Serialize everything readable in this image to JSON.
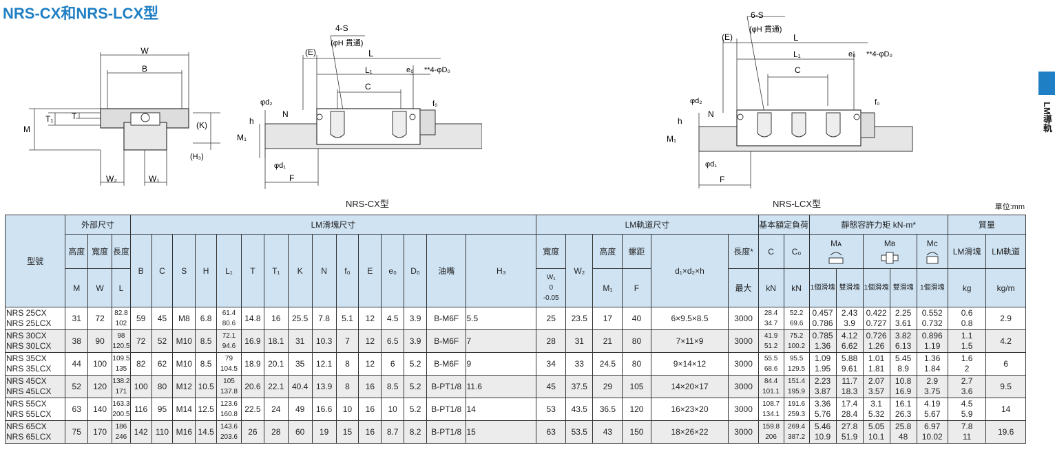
{
  "title": "NRS-CX和NRS-LCX型",
  "captions": {
    "left": "NRS-CX型",
    "right": "NRS-LCX型"
  },
  "unit": "單位:mm",
  "side_label": "LM導軌",
  "diagram_labels": {
    "W": "W",
    "B": "B",
    "M": "M",
    "T1": "T₁",
    "T": "T",
    "K": "(K)",
    "H3": "(H₃)",
    "W2": "W₂",
    "W1": "W₁",
    "S4": "4-S",
    "S6": "6-S",
    "phiH": "(φH 貫通)",
    "E": "(E)",
    "L": "L",
    "L1": "L₁",
    "e0": "e₀",
    "D0": "**4-φD₀",
    "C": "C",
    "f0": "f₀",
    "phid2": "φd₂",
    "N": "N",
    "h": "h",
    "M1": "M₁",
    "phid1": "φd₁",
    "F": "F"
  },
  "headers": {
    "model": "型號",
    "outer": "外部尺寸",
    "block": "LM滑塊尺寸",
    "rail": "LM軌道尺寸",
    "load": "基本額定負荷",
    "moment": "靜態容許力矩 kN-m*",
    "mass": "質量",
    "height": "高度",
    "width": "寬度",
    "length": "長度",
    "grease": "油嘴",
    "rail_width": "寬度",
    "rail_height": "高度",
    "pitch": "螺距",
    "rail_length": "長度*",
    "ma": "Mᴀ",
    "mb": "Mʙ",
    "mc": "Mᴄ",
    "mass_block": "LM滑塊",
    "mass_rail": "LM軌道",
    "sym_M": "M",
    "sym_W": "W",
    "sym_L": "L",
    "sym_B": "B",
    "sym_C": "C",
    "sym_S": "S",
    "sym_H": "H",
    "sym_L1": "L₁",
    "sym_T": "T",
    "sym_T1": "T₁",
    "sym_K": "K",
    "sym_N": "N",
    "sym_f0": "f₀",
    "sym_E": "E",
    "sym_e0": "e₀",
    "sym_D0": "D₀",
    "sym_H3": "H₃",
    "sym_W1": "W₁",
    "sym_W1_tol_a": "0",
    "sym_W1_tol_b": "-0.05",
    "sym_W2": "W₂",
    "sym_M1": "M₁",
    "sym_F": "F",
    "sym_d": "d₁×d₂×h",
    "max": "最大",
    "kN": "kN",
    "C_sym": "C",
    "C0_sym": "C₀",
    "one_block": "1個滑塊",
    "double_block": "雙滑塊",
    "kg": "kg",
    "kgm": "kg/m"
  },
  "rows": [
    {
      "model": [
        "NRS 25CX",
        "NRS 25LCX"
      ],
      "M": "31",
      "W": "72",
      "L": [
        "82.8",
        "102"
      ],
      "B": "59",
      "C": "45",
      "S": "M8",
      "H": "6.8",
      "L1": [
        "61.4",
        "80.6"
      ],
      "T": "14.8",
      "T1": "16",
      "K": "25.5",
      "N": "7.8",
      "f0": "5.1",
      "E": "12",
      "e0": "4.5",
      "D0": "3.9",
      "grease": "B-M6F",
      "H3": "5.5",
      "W1": "25",
      "W2": "23.5",
      "M1": "17",
      "F": "40",
      "d": "6×9.5×8.5",
      "Lmax": "3000",
      "Cd": [
        "28.4",
        "34.7"
      ],
      "C0": [
        "52.2",
        "69.6"
      ],
      "MA1": [
        "0.457",
        "0.786"
      ],
      "MA2": [
        "2.43",
        "3.9"
      ],
      "MB1": [
        "0.422",
        "0.727"
      ],
      "MB2": [
        "2.25",
        "3.61"
      ],
      "MC": [
        "0.552",
        "0.732"
      ],
      "mblock": [
        "0.6",
        "0.8"
      ],
      "mrail": "2.9"
    },
    {
      "model": [
        "NRS 30CX",
        "NRS 30LCX"
      ],
      "M": "38",
      "W": "90",
      "L": [
        "98",
        "120.5"
      ],
      "B": "72",
      "C": "52",
      "S": "M10",
      "H": "8.5",
      "L1": [
        "72.1",
        "94.6"
      ],
      "T": "16.9",
      "T1": "18.1",
      "K": "31",
      "N": "10.3",
      "f0": "7",
      "E": "12",
      "e0": "6.5",
      "D0": "3.9",
      "grease": "B-M6F",
      "H3": "7",
      "W1": "28",
      "W2": "31",
      "M1": "21",
      "F": "80",
      "d": "7×11×9",
      "Lmax": "3000",
      "Cd": [
        "41.9",
        "51.2"
      ],
      "C0": [
        "75.2",
        "100.2"
      ],
      "MA1": [
        "0.785",
        "1.36"
      ],
      "MA2": [
        "4.12",
        "6.62"
      ],
      "MB1": [
        "0.726",
        "1.26"
      ],
      "MB2": [
        "3.82",
        "6.13"
      ],
      "MC": [
        "0.896",
        "1.19"
      ],
      "mblock": [
        "1.1",
        "1.5"
      ],
      "mrail": "4.2"
    },
    {
      "model": [
        "NRS 35CX",
        "NRS 35LCX"
      ],
      "M": "44",
      "W": "100",
      "L": [
        "109.5",
        "135"
      ],
      "B": "82",
      "C": "62",
      "S": "M10",
      "H": "8.5",
      "L1": [
        "79",
        "104.5"
      ],
      "T": "18.9",
      "T1": "20.1",
      "K": "35",
      "N": "12.1",
      "f0": "8",
      "E": "12",
      "e0": "6",
      "D0": "5.2",
      "grease": "B-M6F",
      "H3": "9",
      "W1": "34",
      "W2": "33",
      "M1": "24.5",
      "F": "80",
      "d": "9×14×12",
      "Lmax": "3000",
      "Cd": [
        "55.5",
        "68.6"
      ],
      "C0": [
        "95.5",
        "129.5"
      ],
      "MA1": [
        "1.09",
        "1.95"
      ],
      "MA2": [
        "5.88",
        "9.61"
      ],
      "MB1": [
        "1.01",
        "1.81"
      ],
      "MB2": [
        "5.45",
        "8.9"
      ],
      "MC": [
        "1.36",
        "1.84"
      ],
      "mblock": [
        "1.6",
        "2"
      ],
      "mrail": "6"
    },
    {
      "model": [
        "NRS 45CX",
        "NRS 45LCX"
      ],
      "M": "52",
      "W": "120",
      "L": [
        "138.2",
        "171"
      ],
      "B": "100",
      "C": "80",
      "S": "M12",
      "H": "10.5",
      "L1": [
        "105",
        "137.8"
      ],
      "T": "20.6",
      "T1": "22.1",
      "K": "40.4",
      "N": "13.9",
      "f0": "8",
      "E": "16",
      "e0": "8.5",
      "D0": "5.2",
      "grease": "B-PT1/8",
      "H3": "11.6",
      "W1": "45",
      "W2": "37.5",
      "M1": "29",
      "F": "105",
      "d": "14×20×17",
      "Lmax": "3000",
      "Cd": [
        "84.4",
        "101.1"
      ],
      "C0": [
        "151.4",
        "195.9"
      ],
      "MA1": [
        "2.23",
        "3.87"
      ],
      "MA2": [
        "11.7",
        "18.3"
      ],
      "MB1": [
        "2.07",
        "3.57"
      ],
      "MB2": [
        "10.8",
        "16.9"
      ],
      "MC": [
        "2.9",
        "3.75"
      ],
      "mblock": [
        "2.7",
        "3.6"
      ],
      "mrail": "9.5"
    },
    {
      "model": [
        "NRS 55CX",
        "NRS 55LCX"
      ],
      "M": "63",
      "W": "140",
      "L": [
        "163.3",
        "200.5"
      ],
      "B": "116",
      "C": "95",
      "S": "M14",
      "H": "12.5",
      "L1": [
        "123.6",
        "160.8"
      ],
      "T": "22.5",
      "T1": "24",
      "K": "49",
      "N": "16.6",
      "f0": "10",
      "E": "16",
      "e0": "10",
      "D0": "5.2",
      "grease": "B-PT1/8",
      "H3": "14",
      "W1": "53",
      "W2": "43.5",
      "M1": "36.5",
      "F": "120",
      "d": "16×23×20",
      "Lmax": "3000",
      "Cd": [
        "108.7",
        "134.1"
      ],
      "C0": [
        "191.6",
        "259.3"
      ],
      "MA1": [
        "3.36",
        "5.76"
      ],
      "MA2": [
        "17.4",
        "28.4"
      ],
      "MB1": [
        "3.1",
        "5.32"
      ],
      "MB2": [
        "16.1",
        "26.3"
      ],
      "MC": [
        "4.19",
        "5.67"
      ],
      "mblock": [
        "4.5",
        "5.9"
      ],
      "mrail": "14"
    },
    {
      "model": [
        "NRS 65CX",
        "NRS 65LCX"
      ],
      "M": "75",
      "W": "170",
      "L": [
        "186",
        "246"
      ],
      "B": "142",
      "C": "110",
      "S": "M16",
      "H": "14.5",
      "L1": [
        "143.6",
        "203.6"
      ],
      "T": "26",
      "T1": "28",
      "K": "60",
      "N": "19",
      "f0": "15",
      "E": "16",
      "e0": "8.7",
      "D0": "8.2",
      "grease": "B-PT1/8",
      "H3": "15",
      "W1": "63",
      "W2": "53.5",
      "M1": "43",
      "F": "150",
      "d": "18×26×22",
      "Lmax": "3000",
      "Cd": [
        "159.8",
        "206"
      ],
      "C0": [
        "269.4",
        "387.2"
      ],
      "MA1": [
        "5.46",
        "10.9"
      ],
      "MA2": [
        "27.8",
        "51.9"
      ],
      "MB1": [
        "5.05",
        "10.1"
      ],
      "MB2": [
        "25.8",
        "48"
      ],
      "MC": [
        "6.97",
        "10.02"
      ],
      "mblock": [
        "7.8",
        "11"
      ],
      "mrail": "19.6"
    }
  ],
  "colors": {
    "accent": "#1f7fc4",
    "header_bg": "#cfe3f3",
    "row_alt": "#ececec"
  }
}
